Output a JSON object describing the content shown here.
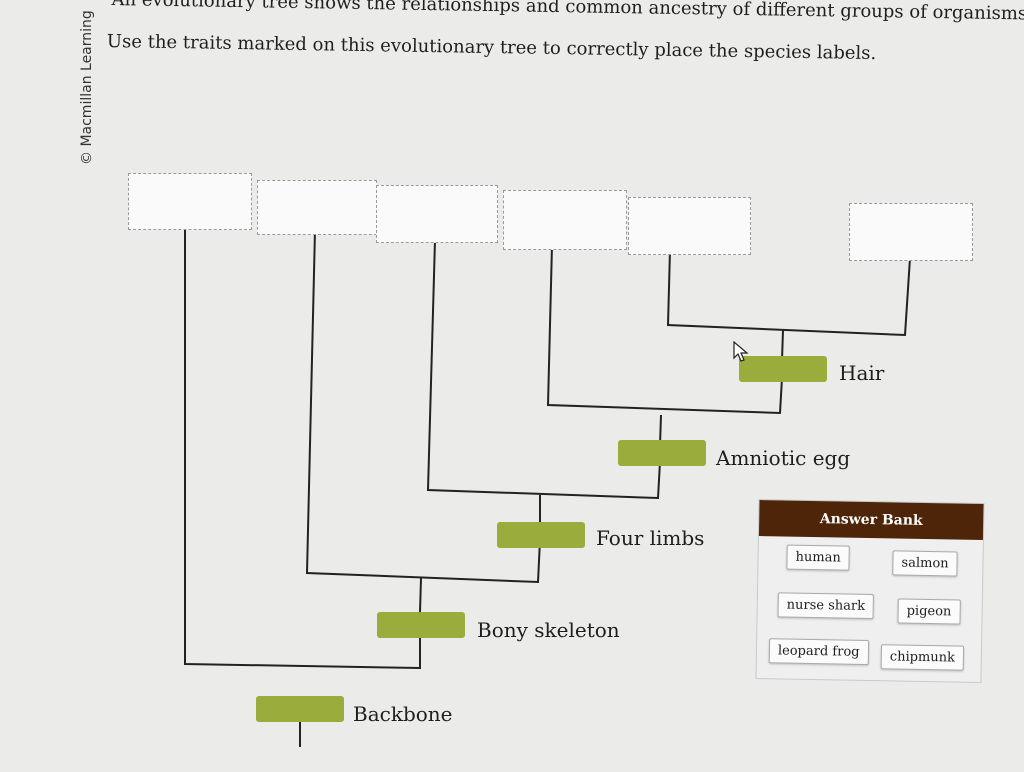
{
  "copyright": "© Macmillan Learning",
  "prompt": {
    "line1": "An evolutionary tree shows the relationships and common ancestry of different groups of organisms.",
    "line2": "Use the traits marked on this evolutionary tree to correctly place the species labels."
  },
  "traits": [
    {
      "label": "Backbone"
    },
    {
      "label": "Bony skeleton"
    },
    {
      "label": "Four limbs"
    },
    {
      "label": "Amniotic egg"
    },
    {
      "label": "Hair"
    }
  ],
  "answer_bank": {
    "title": "Answer Bank",
    "items": [
      "human",
      "salmon",
      "nurse shark",
      "pigeon",
      "leopard frog",
      "chipmunk"
    ]
  },
  "colors": {
    "trait_bar": "#9aac3c",
    "answer_bank_header": "#4e2508",
    "tree_line": "#222222"
  },
  "icons": {
    "cursor": "pointer-arrow-icon"
  }
}
